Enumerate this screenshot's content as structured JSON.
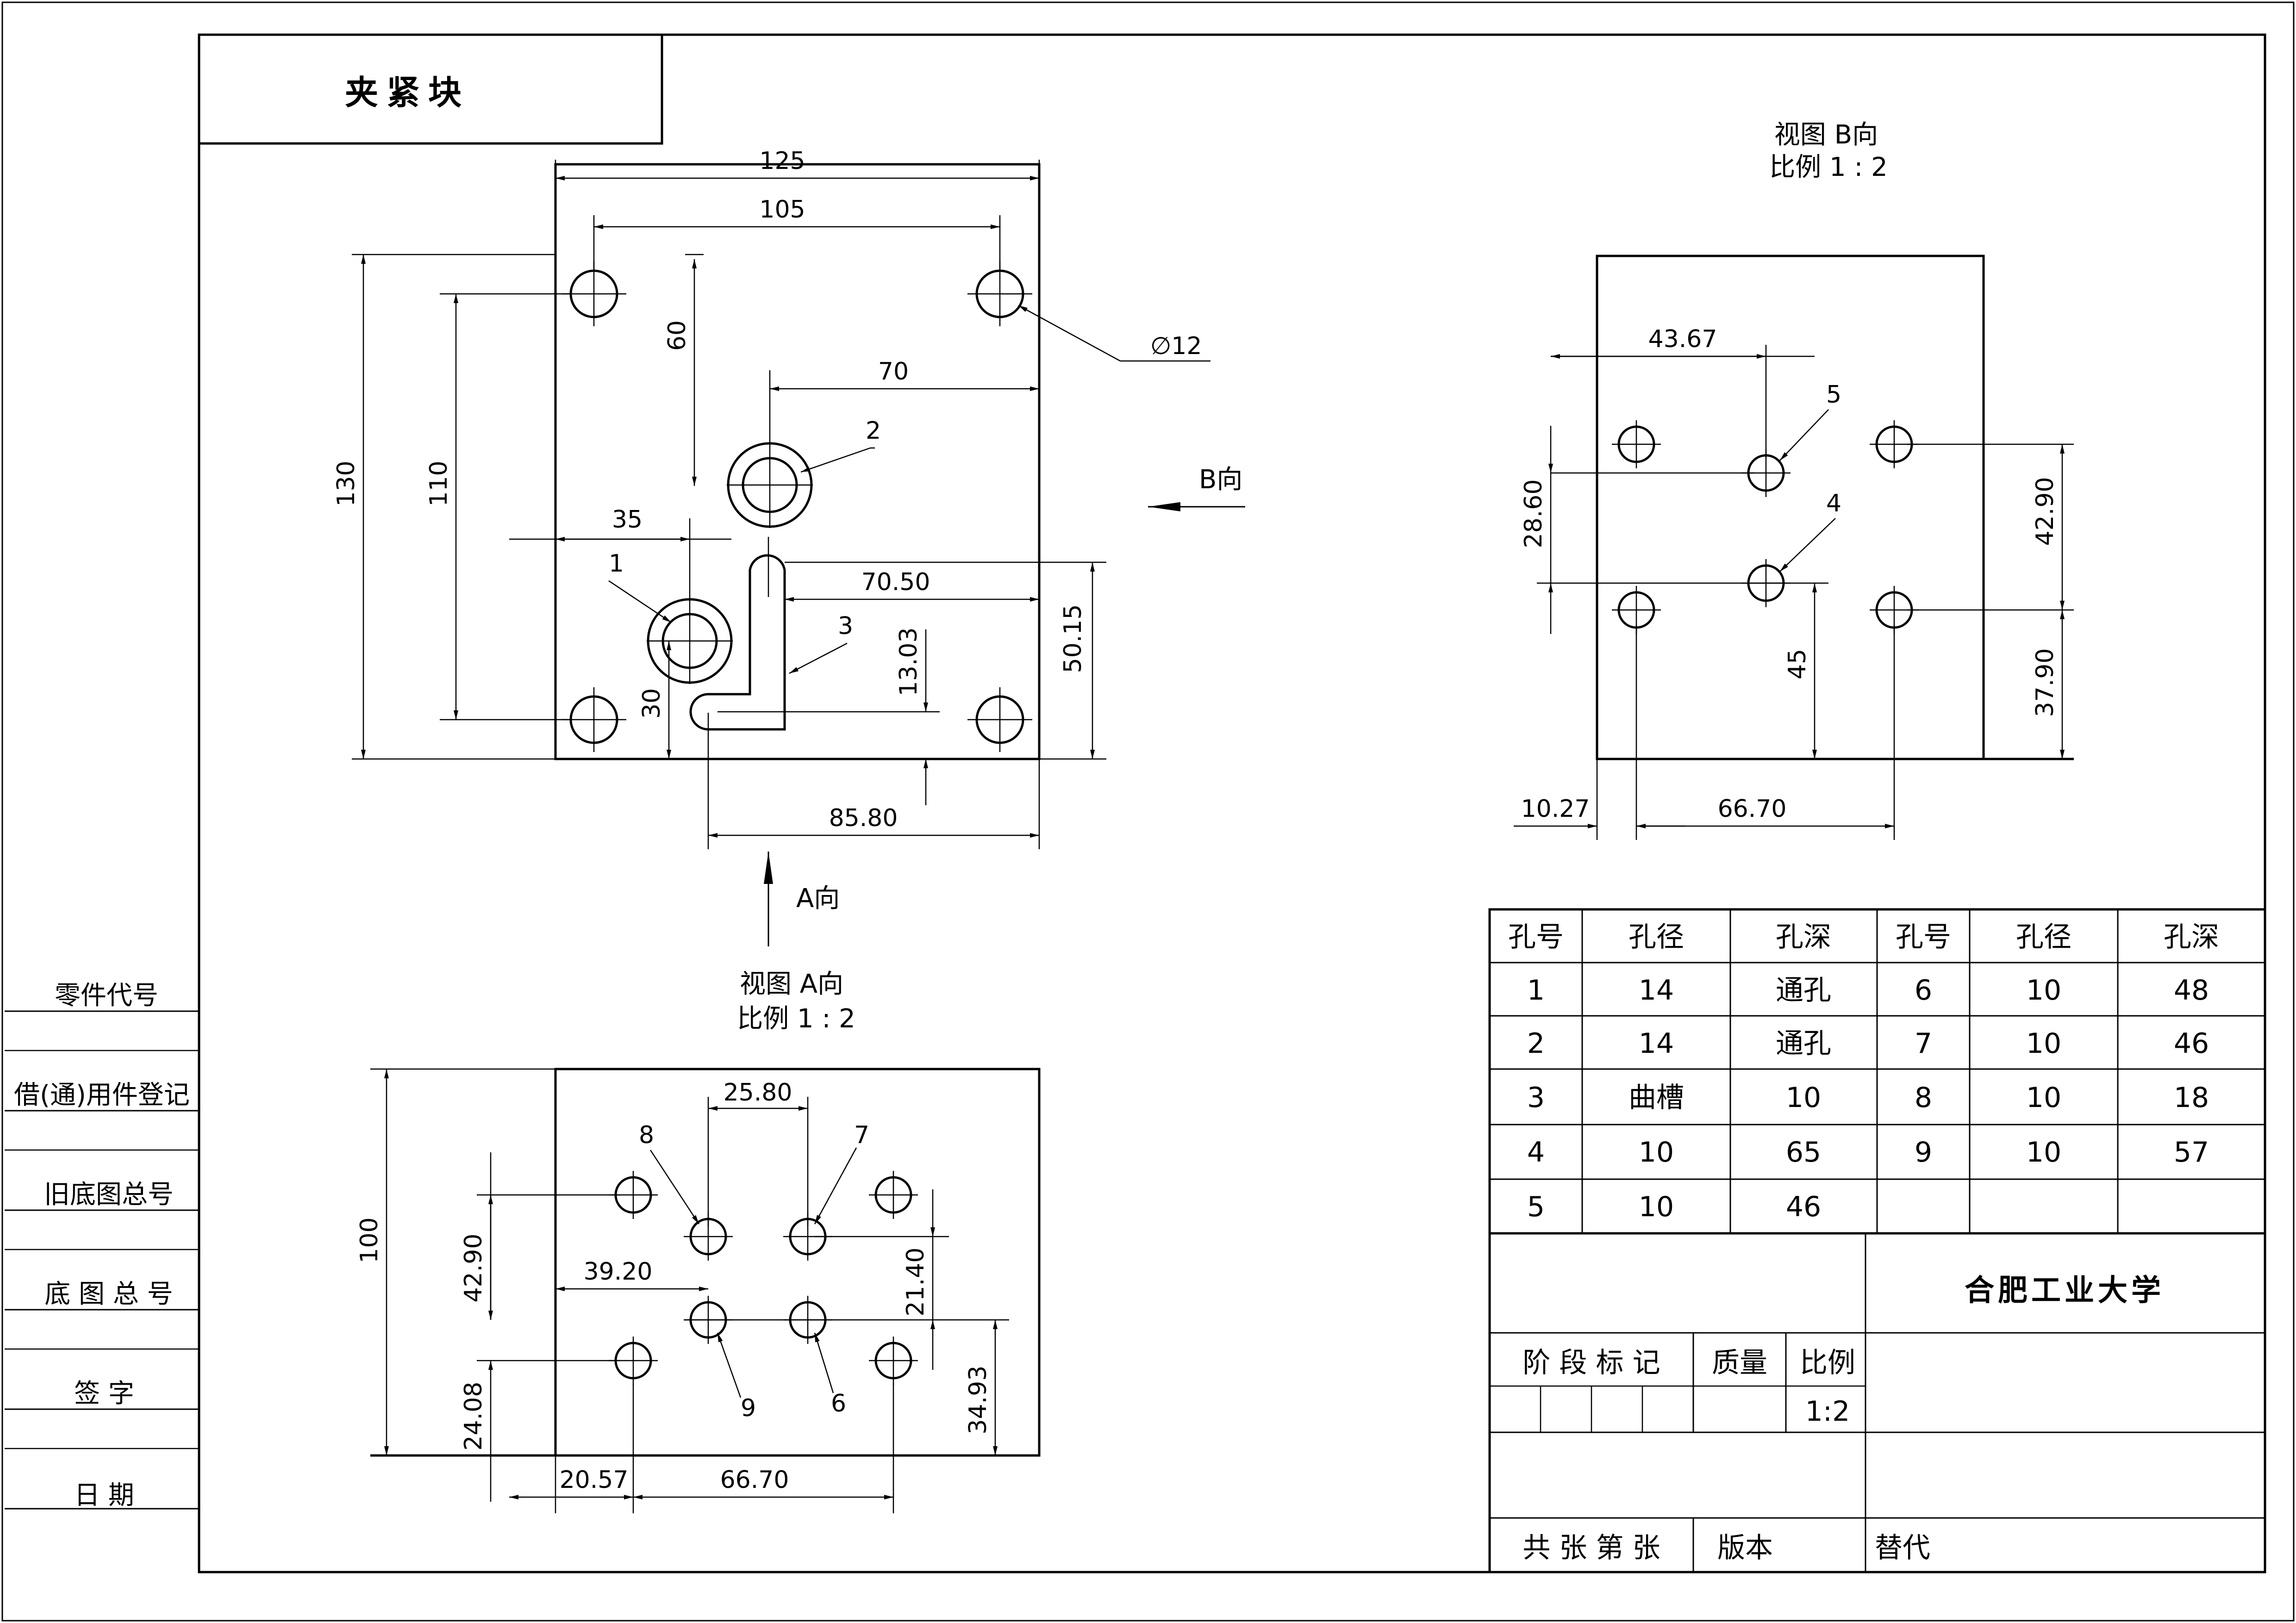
{
  "title": "夹紧块",
  "view_a": {
    "title": "视图 A向",
    "scale": "比例 1 : 2"
  },
  "view_b": {
    "title": "视图 B向",
    "scale": "比例 1 : 2"
  },
  "arrow_a": "A向",
  "arrow_b": "B向",
  "top_dims": {
    "d125": "125",
    "d105": "105",
    "d130": "130",
    "d110": "110",
    "d60": "60",
    "d70": "70",
    "d35": "35",
    "d7050": "70.50",
    "d1303": "13.03",
    "d5015": "50.15",
    "d8580": "85.80",
    "d30": "30",
    "dia12": "∅12"
  },
  "top_leaders": {
    "l1": "1",
    "l2": "2",
    "l3": "3"
  },
  "a_dims": {
    "d100": "100",
    "d2580": "25.80",
    "d4290": "42.90",
    "d3920": "39.20",
    "d2140": "21.40",
    "d2408": "24.08",
    "d3493": "34.93",
    "d2057": "20.57",
    "d6670": "66.70"
  },
  "a_leaders": {
    "l8": "8",
    "l7": "7",
    "l9": "9",
    "l6": "6"
  },
  "b_dims": {
    "d4367": "43.67",
    "d2860": "28.60",
    "d4290": "42.90",
    "d3790": "37.90",
    "d45": "45",
    "d1027": "10.27",
    "d6670": "66.70"
  },
  "b_leaders": {
    "l5": "5",
    "l4": "4"
  },
  "hole_table": {
    "headers": [
      "孔号",
      "孔径",
      "孔深",
      "孔号",
      "孔径",
      "孔深"
    ],
    "rows": [
      [
        "1",
        "14",
        "通孔",
        "6",
        "10",
        "48"
      ],
      [
        "2",
        "14",
        "通孔",
        "7",
        "10",
        "46"
      ],
      [
        "3",
        "曲槽",
        "10",
        "8",
        "10",
        "18"
      ],
      [
        "4",
        "10",
        "65",
        "9",
        "10",
        "57"
      ],
      [
        "5",
        "10",
        "46",
        "",
        "",
        ""
      ]
    ]
  },
  "title_block": {
    "school": "合肥工业大学",
    "stage_mark": "阶 段 标 记",
    "mass": "质量",
    "ratio": "比例",
    "ratio_value": "1:2",
    "sheets": "共  张  第  张",
    "version": "版本",
    "replace": "替代"
  },
  "side_labels": [
    "零件代号",
    "借(通)用件登记",
    "旧底图总号",
    "底 图 总 号",
    "签    字",
    "日    期"
  ]
}
